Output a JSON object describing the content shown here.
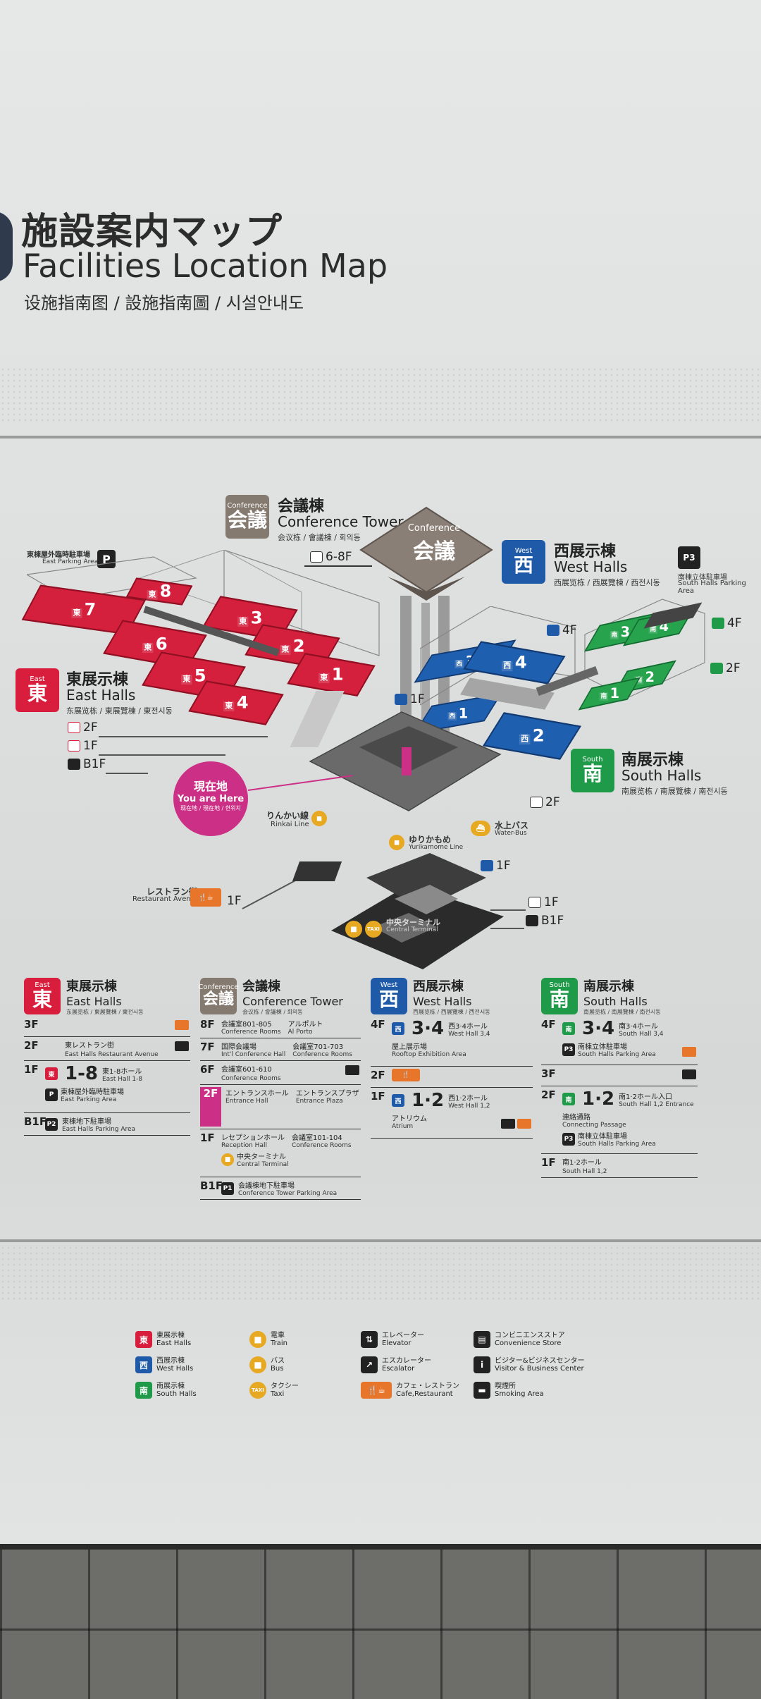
{
  "title": {
    "jp": "施設案内マップ",
    "en": "Facilities Location Map",
    "sub": "设施指南图 / 設施指南圖 / 시설안내도"
  },
  "conference": {
    "badge_sm": "Conference",
    "badge_big": "会議",
    "jp": "会議棟",
    "en": "Conference Tower",
    "ml": "会议栋 / 會議棟 / 회의동",
    "floor": "6-8F",
    "diamond_sm": "Conference",
    "diamond_big": "会議"
  },
  "west": {
    "badge_sm": "West",
    "badge_big": "西",
    "jp": "西展示棟",
    "en": "West Halls",
    "ml": "西展览栋 / 西展覽棟 / 西전시동",
    "f4": "4F",
    "f1": "1F",
    "halls": [
      "3",
      "4",
      "1",
      "2"
    ]
  },
  "east": {
    "badge_sm": "East",
    "badge_big": "東",
    "jp": "東展示棟",
    "en": "East Halls",
    "ml": "东展览栋 / 東展覽棟 / 東전시동",
    "floors": [
      "2F",
      "1F",
      "B1F"
    ],
    "parking_jp": "東棟屋外臨時駐車場",
    "parking_en": "East Parking Area",
    "halls": [
      "7",
      "8",
      "3",
      "6",
      "2",
      "5",
      "1",
      "4"
    ]
  },
  "south": {
    "badge_sm": "South",
    "badge_big": "南",
    "jp": "南展示棟",
    "en": "South Halls",
    "ml": "南展览栋 / 南展覽棟 / 南전시동",
    "parking_code": "P3",
    "parking_jp": "南棟立体駐車場",
    "parking_en": "South Halls Parking Area",
    "f4": "4F",
    "f2": "2F",
    "halls": [
      "3",
      "4",
      "2",
      "1"
    ]
  },
  "here": {
    "jp": "現在地",
    "en": "You are Here",
    "ml": "现在地 / 現在地 / 현위치"
  },
  "map_labels": {
    "rinkai_jp": "りんかい線",
    "rinkai_en": "Rinkai Line",
    "yurikamome_jp": "ゆりかもめ",
    "yurikamome_en": "Yurikamome Line",
    "waterbus_jp": "水上バス",
    "waterbus_en": "Water-Bus",
    "restaurant_jp": "レストラン街",
    "restaurant_en": "Restaurant Avenue",
    "restaurant_floor": "1F",
    "terminal_jp": "中央ターミナル",
    "terminal_en": "Central Terminal",
    "f2": "2F",
    "west_1f": "1F",
    "f1": "1F",
    "b1f": "B1F"
  },
  "directory": {
    "east": {
      "badge_sm": "East",
      "badge_big": "東",
      "jp": "東展示棟",
      "en": "East Halls",
      "ml": "东展览栋 / 東展覽棟 / 東전시동",
      "rows": [
        {
          "fl": "3F",
          "t1": "",
          "t2": ""
        },
        {
          "fl": "2F",
          "t1": "東レストラン街",
          "t2": "East Halls Restaurant Avenue"
        },
        {
          "fl": "1F",
          "num": "1-8",
          "t1": "東1-8ホール",
          "t2": "East Hall 1-8",
          "t3": "東棟屋外臨時駐車場",
          "t4": "East Parking Area"
        },
        {
          "fl": "B1F",
          "t1": "東棟地下駐車場",
          "t2": "East Halls Parking Area"
        }
      ]
    },
    "conference": {
      "badge_sm": "Conference",
      "badge_big": "会議",
      "jp": "会議棟",
      "en": "Conference Tower",
      "ml": "会议栋 / 會議棟 / 회의동",
      "rows": [
        {
          "fl": "8F",
          "t1": "会議室801-805",
          "t2": "Conference Rooms",
          "t3": "アルポルト",
          "t4": "Al Porto"
        },
        {
          "fl": "7F",
          "t1": "国際会議場",
          "t2": "Int'l Conference Hall",
          "t3": "会議室701-703",
          "t4": "Conference Rooms"
        },
        {
          "fl": "6F",
          "t1": "会議室601-610",
          "t2": "Conference Rooms"
        },
        {
          "fl": "2F",
          "t1": "エントランスホール",
          "t2": "Entrance Hall",
          "t3": "エントランスプラザ",
          "t4": "Entrance Plaza"
        },
        {
          "fl": "1F",
          "t1": "レセプションホール",
          "t2": "Reception Hall",
          "t3": "会議室101-104",
          "t4": "Conference Rooms",
          "t5": "中央ターミナル",
          "t6": "Central Terminal"
        },
        {
          "fl": "B1F",
          "t1": "会議棟地下駐車場",
          "t2": "Conference Tower Parking Area"
        }
      ]
    },
    "west": {
      "badge_sm": "West",
      "badge_big": "西",
      "jp": "西展示棟",
      "en": "West Halls",
      "ml": "西展览栋 / 西展覽棟 / 西전시동",
      "rows": [
        {
          "fl": "4F",
          "num": "3·4",
          "t1": "西3·4ホール",
          "t2": "West Hall 3,4",
          "t3": "屋上展示場",
          "t4": "Rooftop Exhibition Area"
        },
        {
          "fl": "2F",
          "t1": "",
          "t2": ""
        },
        {
          "fl": "1F",
          "num": "1·2",
          "t1": "西1·2ホール",
          "t2": "West Hall 1,2",
          "t3": "アトリウム",
          "t4": "Atrium"
        }
      ]
    },
    "south": {
      "badge_sm": "South",
      "badge_big": "南",
      "jp": "南展示棟",
      "en": "South Halls",
      "ml": "南展览栋 / 南展覽棟 / 南전시동",
      "rows": [
        {
          "fl": "4F",
          "num": "3·4",
          "t1": "南3·4ホール",
          "t2": "South Hall 3,4",
          "t3": "南棟立体駐車場",
          "t4": "South Halls Parking Area"
        },
        {
          "fl": "3F",
          "t1": "",
          "t2": ""
        },
        {
          "fl": "2F",
          "num": "1·2",
          "t1": "南1·2ホール入口",
          "t2": "South Hall 1,2 Entrance",
          "t3": "連絡通路",
          "t4": "Connecting Passage",
          "t5": "南棟立体駐車場",
          "t6": "South Halls Parking Area"
        },
        {
          "fl": "1F",
          "t1": "南1·2ホール",
          "t2": "South Hall 1,2"
        }
      ]
    }
  },
  "legend": {
    "east_jp": "東展示棟",
    "east_en": "East Halls",
    "west_jp": "西展示棟",
    "west_en": "West Halls",
    "south_jp": "南展示棟",
    "south_en": "South Halls",
    "train_jp": "電車",
    "train_en": "Train",
    "bus_jp": "バス",
    "bus_en": "Bus",
    "taxi_jp": "タクシー",
    "taxi_en": "Taxi",
    "elevator_jp": "エレベーター",
    "elevator_en": "Elevator",
    "escalator_jp": "エスカレーター",
    "escalator_en": "Escalator",
    "cafe_jp": "カフェ・レストラン",
    "cafe_en": "Cafe,Restaurant",
    "conv_jp": "コンビニエンスストア",
    "conv_en": "Convenience Store",
    "visitor_jp": "ビジター&ビジネスセンター",
    "visitor_en": "Visitor & Business Center",
    "smoking_jp": "喫煙所",
    "smoking_en": "Smoking Area"
  },
  "colors": {
    "east": "#d81e3c",
    "west": "#1f5aa8",
    "south": "#1e9a48",
    "conference": "#857a70",
    "here": "#cc2f86",
    "cafe": "#e7762a"
  }
}
